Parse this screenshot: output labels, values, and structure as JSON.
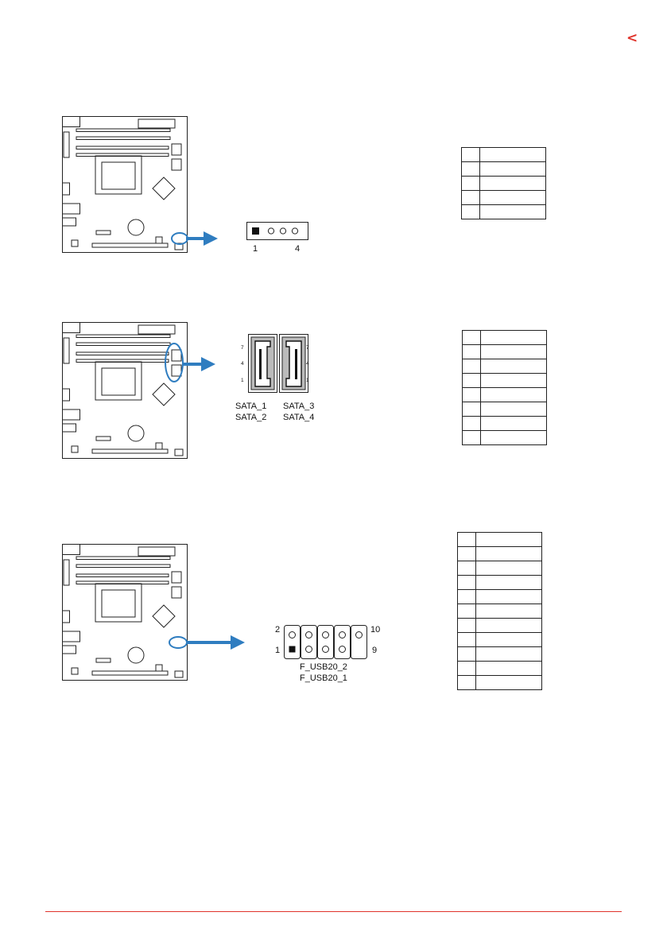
{
  "colors": {
    "accent_red": "#e0342c",
    "arrow_blue": "#2f7dc0",
    "ink": "#111111"
  },
  "nav": {
    "icon": "chevron-left-icon",
    "glyph": "<"
  },
  "sections": [
    {
      "id": "fan-header",
      "connector": {
        "pin_first": "1",
        "pin_last": "4"
      },
      "table": {
        "rows": 4,
        "header": [
          "",
          ""
        ]
      }
    },
    {
      "id": "sata",
      "connector": {
        "pin_numbers": [
          "7",
          "4",
          "1"
        ],
        "left_labels": [
          "SATA_1",
          "SATA_2"
        ],
        "right_labels": [
          "SATA_3",
          "SATA_4"
        ]
      },
      "table": {
        "rows": 7,
        "header": [
          "",
          ""
        ]
      }
    },
    {
      "id": "usb",
      "connector": {
        "top_left": "2",
        "top_right": "10",
        "bottom_left": "1",
        "bottom_right": "9",
        "labels": [
          "F_USB20_2",
          "F_USB20_1"
        ]
      },
      "table": {
        "rows": 10,
        "header": [
          "",
          ""
        ]
      }
    }
  ]
}
